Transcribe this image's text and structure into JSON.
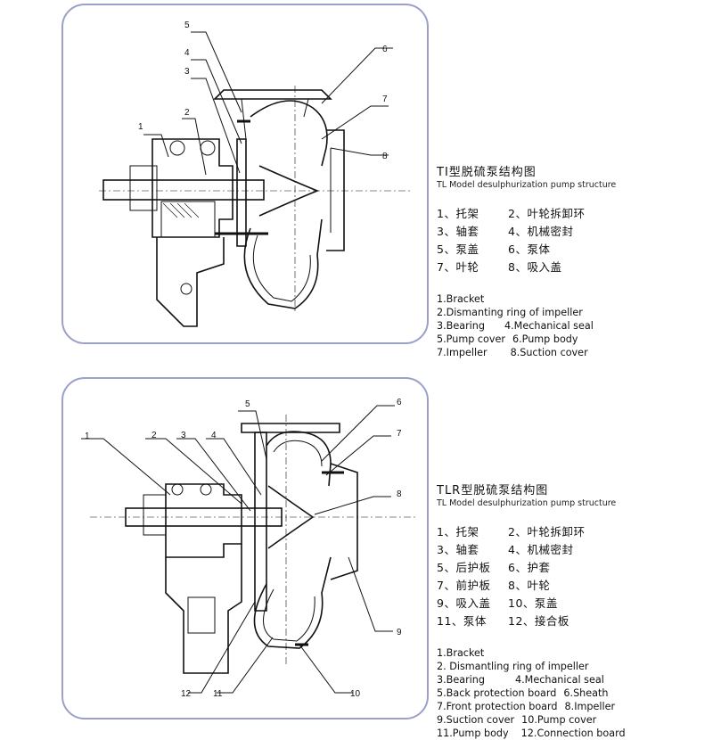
{
  "panel1": {
    "callouts": [
      "1",
      "2",
      "3",
      "4",
      "5",
      "6",
      "7",
      "8"
    ],
    "title_cn": "TI型脱硫泵结构图",
    "title_en": "TL Model desulphurization pump structure",
    "cn_items": [
      "1、托架",
      "2、叶轮拆卸环",
      "3、轴套",
      "4、机械密封",
      "5、泵盖",
      "6、泵体",
      "7、叶轮",
      "8、吸入盖"
    ],
    "en_items": [
      [
        "1.Bracket"
      ],
      [
        "2.Dismanting ring of impeller"
      ],
      [
        "3.Bearing",
        "4.Mechanical seal"
      ],
      [
        "5.Pump cover",
        "6.Pump body"
      ],
      [
        "7.Impeller",
        "8.Suction cover"
      ]
    ]
  },
  "panel2": {
    "callouts": [
      "1",
      "2",
      "3",
      "4",
      "5",
      "6",
      "7",
      "8",
      "9",
      "10",
      "11",
      "12"
    ],
    "title_cn": "TLR型脱硫泵结构图",
    "title_en": "TL Model desulphurization pump structure",
    "cn_items": [
      "1、托架",
      "2、叶轮拆卸环",
      "3、轴套",
      "4、机械密封",
      "5、后护板",
      "6、护套",
      "7、前护板",
      "8、叶轮",
      "9、吸入盖",
      "10、泵盖",
      "11、泵体",
      "12、接合板"
    ],
    "en_items": [
      [
        "1.Bracket"
      ],
      [
        "2. Dismantling ring of impeller"
      ],
      [
        "3.Bearing",
        "4.Mechanical seal"
      ],
      [
        "5.Back protection board",
        "6.Sheath"
      ],
      [
        "7.Front protection board",
        "8.Impeller"
      ],
      [
        "9.Suction cover",
        "10.Pump cover"
      ],
      [
        "11.Pump body",
        "12.Connection board"
      ]
    ]
  }
}
